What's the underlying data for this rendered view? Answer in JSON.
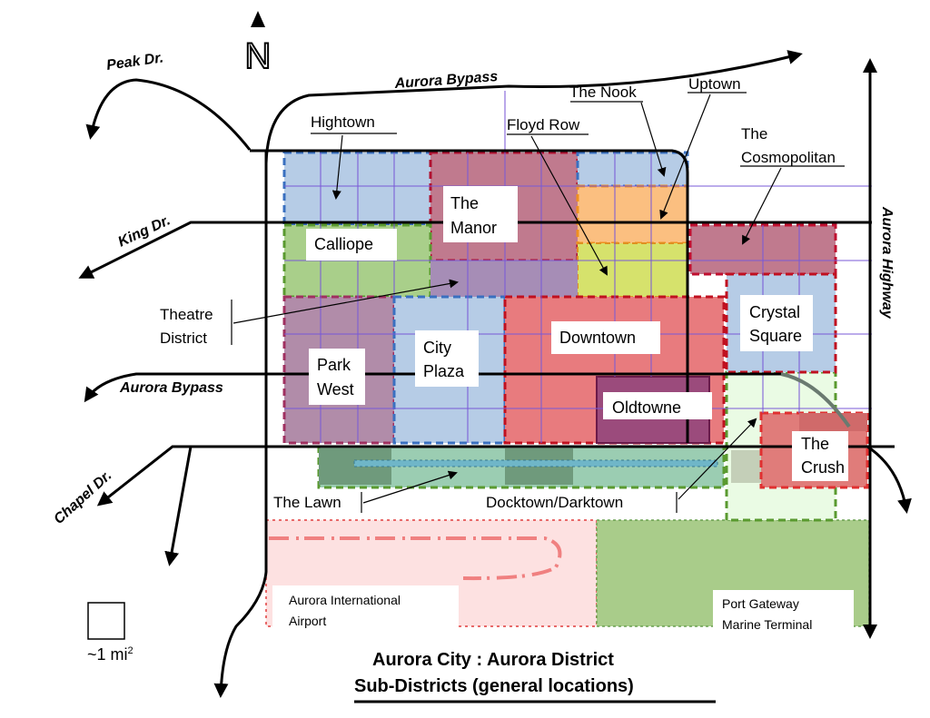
{
  "title": {
    "line1": "Aurora City : Aurora District",
    "line2": "Sub-Districts (general locations)"
  },
  "north_label": "N",
  "scale": {
    "label": "~1 mi",
    "superscript": "2"
  },
  "roads": {
    "peak": "Peak Dr.",
    "bypass_top": "Aurora Bypass",
    "king": "King Dr.",
    "bypass_mid": "Aurora Bypass",
    "chapel": "Chapel Dr.",
    "highway": "Aurora Highway"
  },
  "districts": {
    "hightown": "Hightown",
    "the_manor_1": "The",
    "the_manor_2": "Manor",
    "the_nook": "The Nook",
    "uptown": "Uptown",
    "floyd_row": "Floyd Row",
    "cosmopolitan_1": "The",
    "cosmopolitan_2": "Cosmopolitan",
    "calliope": "Calliope",
    "theatre_1": "Theatre",
    "theatre_2": "District",
    "park_west_1": "Park",
    "park_west_2": "West",
    "city_plaza_1": "City",
    "city_plaza_2": "Plaza",
    "downtown": "Downtown",
    "oldtowne": "Oldtowne",
    "crystal_1": "Crystal",
    "crystal_2": "Square",
    "crush_1": "The",
    "crush_2": "Crush",
    "the_lawn": "The Lawn",
    "docktown": "Docktown/Darktown",
    "airport_1": "Aurora International",
    "airport_2": "Airport",
    "port_1": "Port Gateway",
    "port_2": "Marine Terminal"
  },
  "colors": {
    "blue": "#b6cce6",
    "mauve": "#c07a8e",
    "orange": "#fbbf80",
    "lime": "#d6e26c",
    "green": "#a9cf8a",
    "purple": "#a68db6",
    "parkwest": "#b18ca9",
    "red": "#e87b7e",
    "oldtowne": "#9b4b7c",
    "mint": "#eafbe4",
    "crush": "#e07c7a",
    "lawn": "#9bcdb2",
    "lawn_dark": "#6f9a7c",
    "airport": "#fde1e1",
    "port": "#a9cc8a"
  }
}
